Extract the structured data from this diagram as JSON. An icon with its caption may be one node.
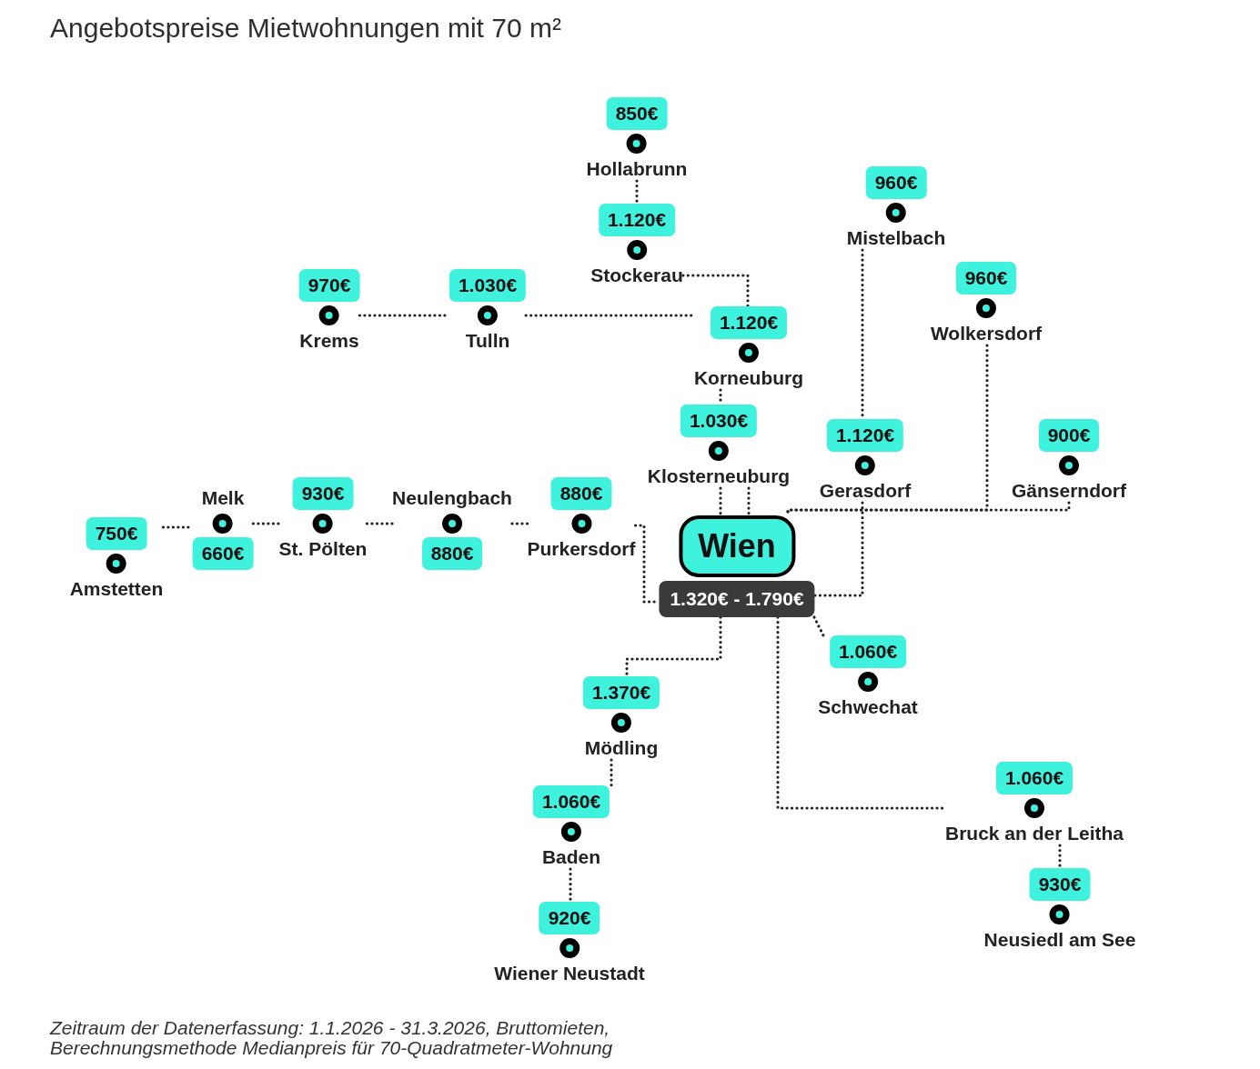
{
  "diagram": {
    "title": "Angebotspreise Mietwohnungen mit 70 m²",
    "caption": "Zeitraum der Datenerfassung: 1.1.2026 - 31.3.2026, Bruttomieten, Berechnungsmethode Medianpreis für 70-Quadratmeter-Wohnung",
    "nodes": [
      {
        "text": [
          "850€",
          "Hollabrunn"
        ]
      },
      {
        "text": [
          "1.120€",
          "Stockerau"
        ]
      },
      {
        "text": [
          "960€",
          "Mistelbach"
        ]
      },
      {
        "text": [
          "970€",
          "Krems"
        ]
      },
      {
        "text": [
          "1.030€",
          "Tulln"
        ]
      },
      {
        "text": [
          "960€",
          "Wolkersdorf"
        ]
      },
      {
        "text": [
          "1.120€",
          "Korneuburg"
        ]
      },
      {
        "text": [
          "1.030€",
          "Klosterneuburg"
        ]
      },
      {
        "text": [
          "1.120€",
          "Gerasdorf"
        ]
      },
      {
        "text": [
          "900€",
          "Gänserndorf"
        ]
      },
      {
        "text": [
          "750€",
          "Amstetten"
        ]
      },
      {
        "text": [
          "Melk",
          "660€"
        ]
      },
      {
        "text": [
          "930€",
          "St. Pölten"
        ]
      },
      {
        "text": [
          "Neulengbach",
          "880€"
        ]
      },
      {
        "text": [
          "880€",
          "Purkersdorf"
        ]
      },
      {
        "text": [
          "Wien",
          "1.320€ - 1.790€"
        ]
      },
      {
        "text": [
          "1.060€",
          "Schwechat"
        ]
      },
      {
        "text": [
          "1.370€",
          "Mödling"
        ]
      },
      {
        "text": [
          "1.060€",
          "Bruck an der Leitha"
        ]
      },
      {
        "text": [
          "1.060€",
          "Baden"
        ]
      },
      {
        "text": [
          "930€",
          "Neusiedl am See"
        ]
      },
      {
        "text": [
          "920€",
          "Wiener Neustadt"
        ]
      }
    ],
    "edges": [
      {
        "from": 0,
        "to": 1,
        "arrow": "none"
      },
      {
        "from": 1,
        "to": 6,
        "arrow": "none"
      },
      {
        "from": 3,
        "to": 4,
        "arrow": "none"
      },
      {
        "from": 4,
        "to": 6,
        "arrow": "none"
      },
      {
        "from": 6,
        "to": 7,
        "arrow": "none"
      },
      {
        "from": 7,
        "to": 15,
        "arrow": "none"
      },
      {
        "from": 7,
        "to": 15,
        "arrow": "none"
      },
      {
        "from": 2,
        "to": 8,
        "arrow": "none"
      },
      {
        "from": 8,
        "to": 15,
        "arrow": "none"
      },
      {
        "from": 5,
        "to": 15,
        "arrow": "none"
      },
      {
        "from": 9,
        "to": 15,
        "arrow": "none"
      },
      {
        "from": 10,
        "to": 11,
        "arrow": "none"
      },
      {
        "from": 11,
        "to": 12,
        "arrow": "none"
      },
      {
        "from": 12,
        "to": 13,
        "arrow": "none"
      },
      {
        "from": 13,
        "to": 14,
        "arrow": "none"
      },
      {
        "from": 14,
        "to": 15,
        "arrow": "none"
      },
      {
        "from": 15,
        "to": 17,
        "arrow": "none"
      },
      {
        "from": 15,
        "to": 16,
        "arrow": "none"
      },
      {
        "from": 15,
        "to": 18,
        "arrow": "none"
      },
      {
        "from": 17,
        "to": 19,
        "arrow": "none"
      },
      {
        "from": 19,
        "to": 21,
        "arrow": "none"
      },
      {
        "from": 18,
        "to": 20,
        "arrow": "none"
      }
    ]
  }
}
